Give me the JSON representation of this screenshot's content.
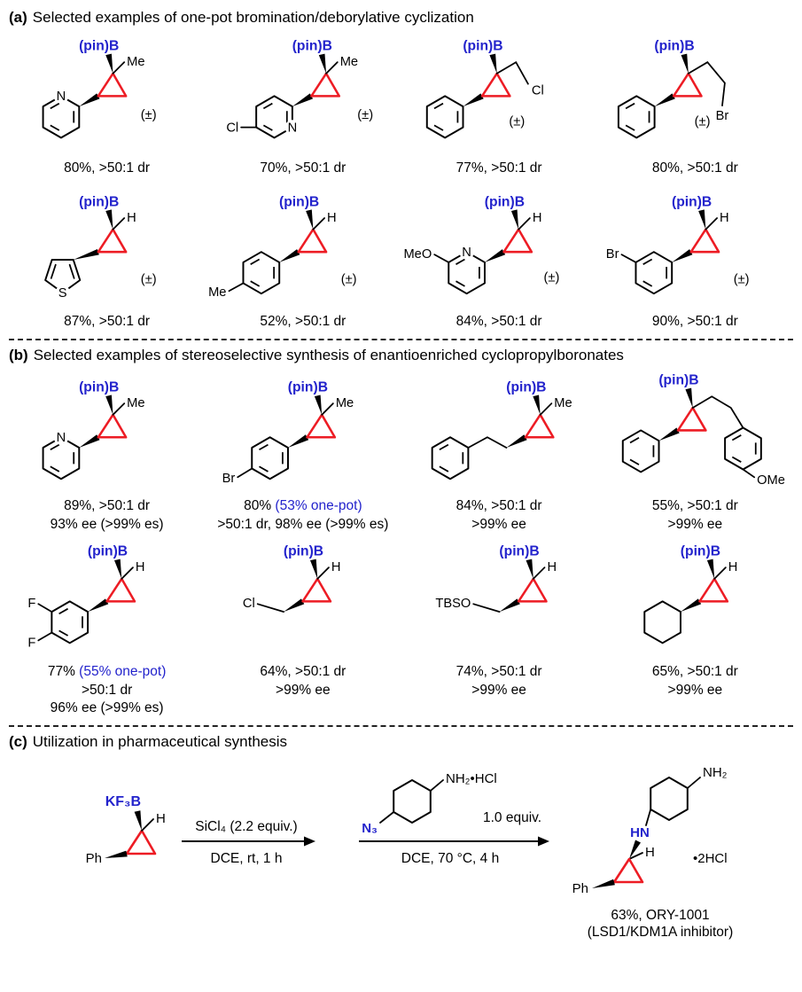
{
  "figure": {
    "colors": {
      "boron_blue": "#2323cc",
      "cyclopropane_red": "#ed1c24",
      "bond_black": "#000000"
    }
  },
  "section_a": {
    "label": "(a)",
    "title": "Selected examples of one-pot bromination/deborylative cyclization",
    "c1": {
      "pinB": "(pin)B",
      "sub": "Me",
      "N": "N",
      "pm": "(±)",
      "yield": "80%, >50:1 dr"
    },
    "c2": {
      "pinB": "(pin)B",
      "sub": "Me",
      "Cl": "Cl",
      "N": "N",
      "pm": "(±)",
      "yield": "70%, >50:1 dr"
    },
    "c3": {
      "pinB": "(pin)B",
      "Cl": "Cl",
      "pm": "(±)",
      "yield": "77%, >50:1 dr"
    },
    "c4": {
      "pinB": "(pin)B",
      "Br": "Br",
      "pm": "(±)",
      "yield": "80%, >50:1 dr"
    },
    "c5": {
      "pinB": "(pin)B",
      "sub": "H",
      "S": "S",
      "pm": "(±)",
      "yield": "87%, >50:1 dr"
    },
    "c6": {
      "pinB": "(pin)B",
      "sub": "H",
      "Me": "Me",
      "pm": "(±)",
      "yield": "52%, >50:1 dr"
    },
    "c7": {
      "pinB": "(pin)B",
      "sub": "H",
      "MeO": "MeO",
      "N": "N",
      "pm": "(±)",
      "yield": "84%, >50:1 dr"
    },
    "c8": {
      "pinB": "(pin)B",
      "sub": "H",
      "Br": "Br",
      "pm": "(±)",
      "yield": "90%, >50:1 dr"
    }
  },
  "section_b": {
    "label": "(b)",
    "title": "Selected examples of stereoselective synthesis of enantioenriched cyclopropylboronates",
    "c1": {
      "pinB": "(pin)B",
      "sub": "Me",
      "N": "N",
      "line1": "89%, >50:1 dr",
      "line2": "93% ee (>99% es)"
    },
    "c2": {
      "pinB": "(pin)B",
      "sub": "Me",
      "Br": "Br",
      "line1a": "80% ",
      "line1b": "(53% one-pot)",
      "line2": ">50:1 dr, 98% ee (>99% es)"
    },
    "c3": {
      "pinB": "(pin)B",
      "sub": "Me",
      "line1": "84%, >50:1 dr",
      "line2": ">99% ee"
    },
    "c4": {
      "pinB": "(pin)B",
      "OMe": "OMe",
      "line1": "55%, >50:1 dr",
      "line2": ">99% ee"
    },
    "c5": {
      "pinB": "(pin)B",
      "sub": "H",
      "F1": "F",
      "F2": "F",
      "line1a": "77% ",
      "line1b": "(55% one-pot)",
      "line2": ">50:1 dr",
      "line3": "96% ee (>99% es)"
    },
    "c6": {
      "pinB": "(pin)B",
      "sub": "H",
      "Cl": "Cl",
      "line1": "64%, >50:1 dr",
      "line2": ">99% ee"
    },
    "c7": {
      "pinB": "(pin)B",
      "sub": "H",
      "TBSO": "TBSO",
      "line1": "74%, >50:1 dr",
      "line2": ">99% ee"
    },
    "c8": {
      "pinB": "(pin)B",
      "sub": "H",
      "line1": "65%, >50:1 dr",
      "line2": ">99% ee"
    }
  },
  "section_c": {
    "label": "(c)",
    "title": "Utilization in pharmaceutical synthesis",
    "start": {
      "KF3B": "KF₃B",
      "H": "H",
      "Ph": "Ph"
    },
    "arrow1": {
      "above": "SiCl₄ (2.2 equiv.)",
      "below": "DCE, rt, 1 h"
    },
    "reagent": {
      "NH2HCl": "NH₂•HCl",
      "N3": "N₃",
      "equiv": "1.0 equiv."
    },
    "arrow2": {
      "below": "DCE, 70 °C, 4 h"
    },
    "product": {
      "NH2": "NH₂",
      "HN": "HN",
      "H": "H",
      "Ph": "Ph",
      "salt": "•2HCl"
    },
    "result1": "63%, ORY-1001",
    "result2": "(LSD1/KDM1A inhibitor)"
  }
}
